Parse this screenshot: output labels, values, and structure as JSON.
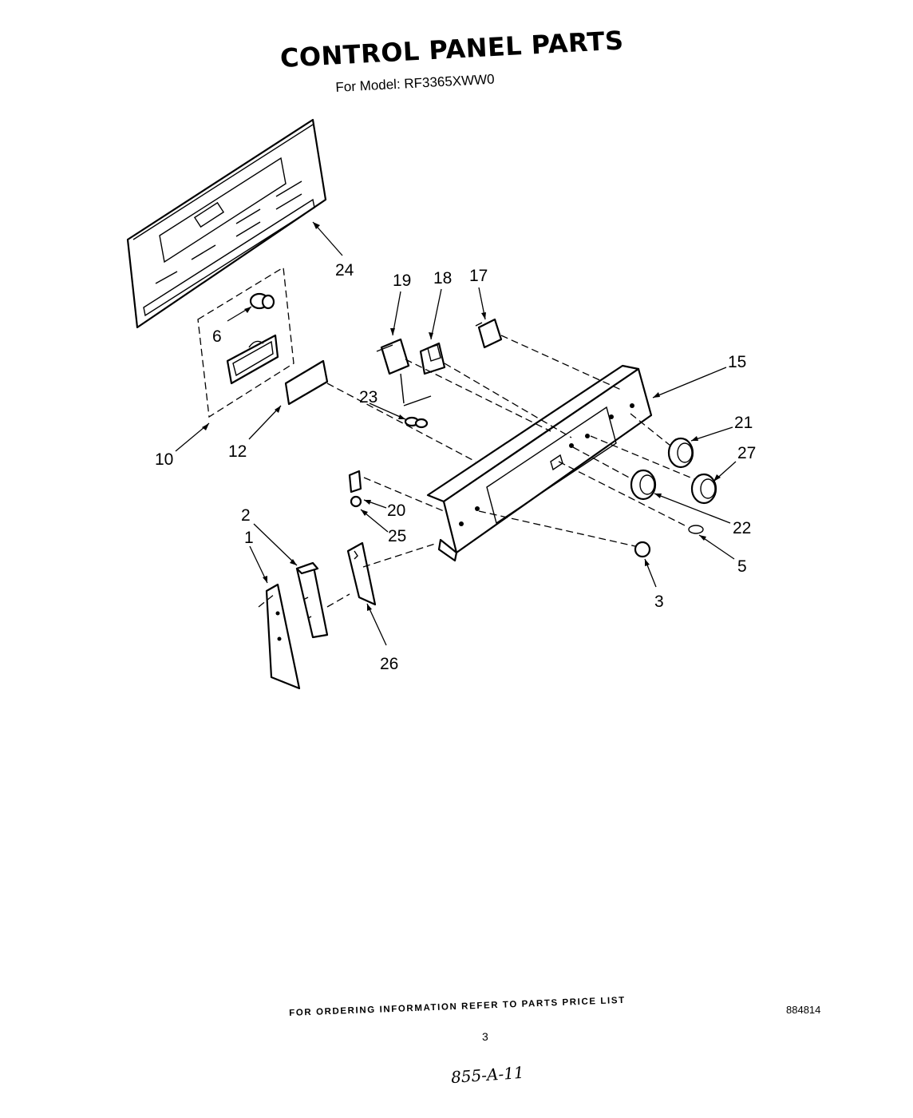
{
  "header": {
    "title": "CONTROL PANEL PARTS",
    "model_line": "For Model: RF3365XWW0"
  },
  "parts": {
    "p1": "1",
    "p2": "2",
    "p3": "3",
    "p5": "5",
    "p6": "6",
    "p10": "10",
    "p12": "12",
    "p15": "15",
    "p17": "17",
    "p18": "18",
    "p19": "19",
    "p20": "20",
    "p21": "21",
    "p22": "22",
    "p23": "23",
    "p24": "24",
    "p25": "25",
    "p26": "26",
    "p27": "27"
  },
  "footer": {
    "ordering_note": "FOR ORDERING INFORMATION REFER TO PARTS PRICE LIST",
    "page_number": "3",
    "document_number": "884814",
    "handwritten_code": "855-A-11"
  }
}
